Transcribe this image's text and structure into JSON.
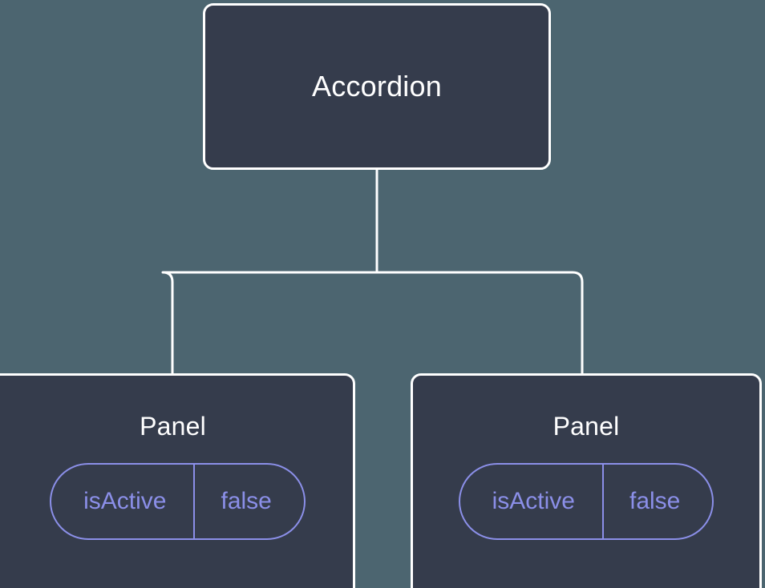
{
  "canvas": {
    "background_color": "#4c6570",
    "node_fill_color": "#353c4c",
    "node_border_color": "#ffffff",
    "edge_color": "#ffffff",
    "pill_accent_color": "#8b8fe8",
    "title_text_color": "#ffffff"
  },
  "tree": {
    "root": {
      "title": "Accordion"
    },
    "children": [
      {
        "title": "Panel",
        "state": {
          "key": "isActive",
          "value": "false"
        }
      },
      {
        "title": "Panel",
        "state": {
          "key": "isActive",
          "value": "false"
        }
      }
    ]
  }
}
